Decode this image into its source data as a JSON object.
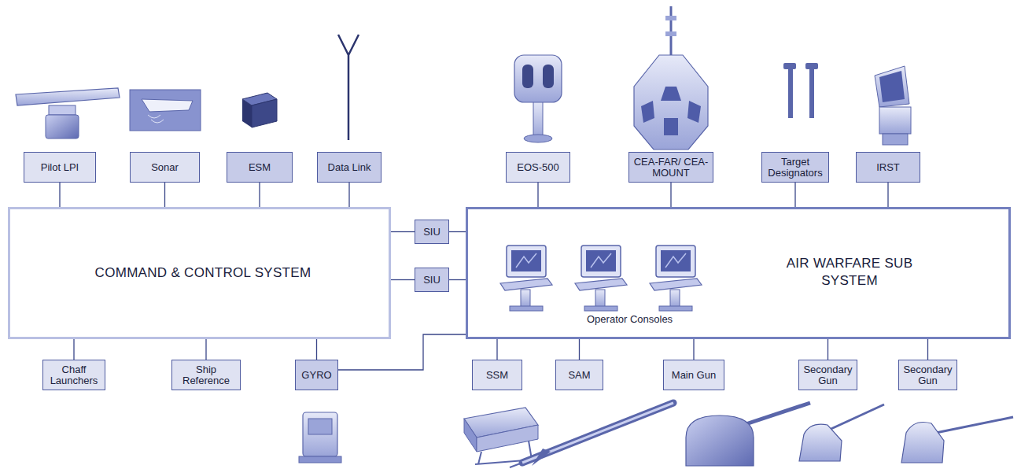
{
  "diagram": {
    "nodes": [
      {
        "text": [
          "Pilot LPI"
        ]
      },
      {
        "text": [
          "Sonar"
        ]
      },
      {
        "text": [
          "ESM"
        ]
      },
      {
        "text": [
          "Data Link"
        ]
      },
      {
        "text": [
          "EOS-500"
        ]
      },
      {
        "text": [
          "CEA-FAR/ CEA-MOUNT"
        ]
      },
      {
        "text": [
          "Target Designators"
        ]
      },
      {
        "text": [
          "IRST"
        ]
      },
      {
        "text": [
          "COMMAND & CONTROL SYSTEM"
        ]
      },
      {
        "text": [
          "SIU"
        ]
      },
      {
        "text": [
          "SIU"
        ]
      },
      {
        "text": [
          "AIR WARFARE SUB SYSTEM"
        ]
      },
      {
        "text": [
          "Chaff Launchers"
        ]
      },
      {
        "text": [
          "Ship Reference"
        ]
      },
      {
        "text": [
          "GYRO"
        ]
      },
      {
        "text": [
          "SSM"
        ]
      },
      {
        "text": [
          "SAM"
        ]
      },
      {
        "text": [
          "Main Gun"
        ]
      },
      {
        "text": [
          "Secondary Gun"
        ]
      },
      {
        "text": [
          "Secondary Gun"
        ]
      }
    ],
    "edges": [
      {
        "from": 0,
        "to": 8,
        "arrow": "none"
      },
      {
        "from": 1,
        "to": 8,
        "arrow": "none"
      },
      {
        "from": 2,
        "to": 8,
        "arrow": "none"
      },
      {
        "from": 3,
        "to": 8,
        "arrow": "none"
      },
      {
        "from": 4,
        "to": 11,
        "arrow": "none"
      },
      {
        "from": 5,
        "to": 11,
        "arrow": "none"
      },
      {
        "from": 6,
        "to": 11,
        "arrow": "none"
      },
      {
        "from": 7,
        "to": 11,
        "arrow": "none"
      },
      {
        "from": 8,
        "to": 9,
        "arrow": "none"
      },
      {
        "from": 9,
        "to": 11,
        "arrow": "none"
      },
      {
        "from": 8,
        "to": 10,
        "arrow": "none"
      },
      {
        "from": 10,
        "to": 11,
        "arrow": "none"
      },
      {
        "from": 8,
        "to": 12,
        "arrow": "none"
      },
      {
        "from": 8,
        "to": 13,
        "arrow": "none"
      },
      {
        "from": 8,
        "to": 14,
        "arrow": "none"
      },
      {
        "from": 14,
        "to": 11,
        "arrow": "none"
      },
      {
        "from": 11,
        "to": 15,
        "arrow": "none"
      },
      {
        "from": 11,
        "to": 16,
        "arrow": "none"
      },
      {
        "from": 11,
        "to": 17,
        "arrow": "none"
      },
      {
        "from": 11,
        "to": 18,
        "arrow": "none"
      },
      {
        "from": 11,
        "to": 19,
        "arrow": "none"
      }
    ],
    "labels": [
      "Operator Consoles"
    ]
  }
}
